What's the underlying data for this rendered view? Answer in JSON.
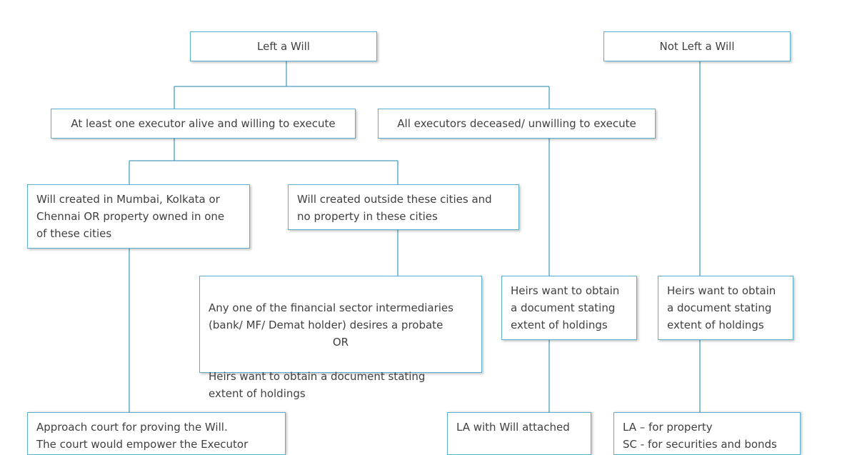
{
  "nodes": {
    "left_will": "Left a Will",
    "not_left_will": "Not Left a Will",
    "executor_alive": "At least one executor alive and willing to execute",
    "executors_deceased": "All executors deceased/ unwilling to execute",
    "will_in_cities": "Will created in Mumbai, Kolkata or\nChennai OR property owned in one\nof these cities",
    "will_outside_cities": "Will created outside these cities and\nno property in these cities",
    "intermediaries_line1": "Any one of the financial sector intermediaries\n(bank/ MF/ Demat holder) desires a probate",
    "intermediaries_or": "OR",
    "intermediaries_line2": "Heirs want to obtain a document stating\nextent of holdings",
    "heirs_with_will": "Heirs want to obtain\na document stating\nextent of holdings",
    "heirs_no_will": "Heirs want to obtain\na document stating\nextent of holdings",
    "approach_court": "Approach court for proving the Will.\nThe court  would empower the Executor",
    "la_with_will": "LA with Will attached",
    "la_sc": "LA – for property\nSC - for securities and bonds"
  }
}
